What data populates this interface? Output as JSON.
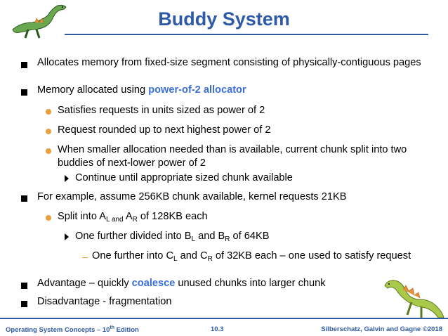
{
  "title": "Buddy System",
  "bullets": {
    "b1": "Allocates memory from fixed-size segment consisting of physically-contiguous pages",
    "b2_prefix": "Memory allocated using ",
    "b2_highlight": "power-of-2 allocator",
    "b2a": "Satisfies requests in units sized as power of 2",
    "b2b": "Request rounded up to next highest power of 2",
    "b2c": "When smaller allocation needed than is available, current chunk split into two buddies of next-lower power of 2",
    "b2c_i": "Continue until appropriate sized chunk available",
    "b3": "For example, assume 256KB chunk available, kernel requests 21KB",
    "b3a_pre": "Split into A",
    "b3a_sub1": "L and",
    "b3a_mid": " A",
    "b3a_sub2": "R",
    "b3a_post": " of 128KB each",
    "b3a_i_pre": "One further divided into B",
    "b3a_i_sub1": "L",
    "b3a_i_mid": " and B",
    "b3a_i_sub2": "R",
    "b3a_i_post": " of 64KB",
    "b3a_ii_pre": "One further into C",
    "b3a_ii_sub1": "L",
    "b3a_ii_mid": " and C",
    "b3a_ii_sub2": "R",
    "b3a_ii_post": " of 32KB each – one used to satisfy request",
    "b4_prefix": "Advantage – quickly ",
    "b4_highlight": "coalesce",
    "b4_suffix": " unused chunks into larger chunk",
    "b5": "Disadvantage - fragmentation"
  },
  "footer": {
    "left_pre": "Operating System Concepts – 10",
    "left_sup": "th",
    "left_post": " Edition",
    "page": "10.3",
    "right": "Silberschatz, Galvin and Gagne ©2018"
  },
  "colors": {
    "title": "#2f5aa8",
    "highlight": "#3a6fd8",
    "sub_bullet": "#e8a03a"
  }
}
